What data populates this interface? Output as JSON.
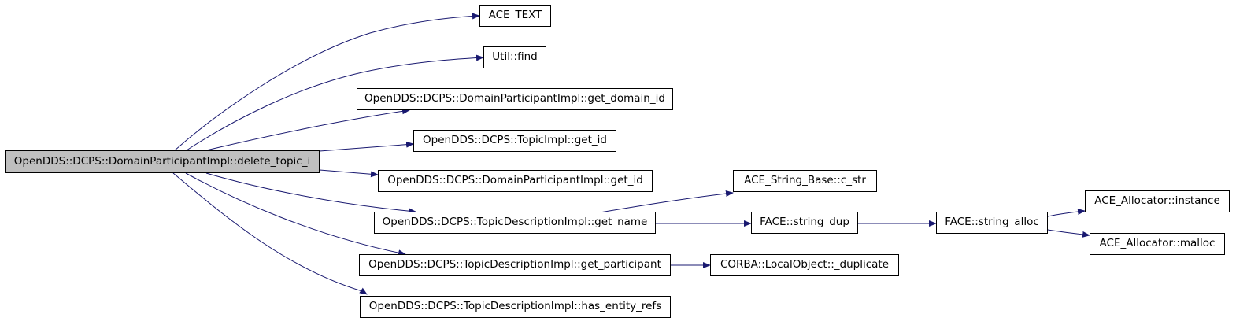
{
  "colors": {
    "edge": "#191970",
    "root_fill": "#bfbfbf",
    "node_fill": "#ffffff",
    "border": "#000000"
  },
  "nodes": {
    "root": "OpenDDS::DCPS::DomainParticipantImpl::delete_topic_i",
    "ace_text": "ACE_TEXT",
    "util_find": "Util::find",
    "get_domain_id": "OpenDDS::DCPS::DomainParticipantImpl::get_domain_id",
    "topic_get_id": "OpenDDS::DCPS::TopicImpl::get_id",
    "dp_get_id": "OpenDDS::DCPS::DomainParticipantImpl::get_id",
    "get_name": "OpenDDS::DCPS::TopicDescriptionImpl::get_name",
    "get_participant": "OpenDDS::DCPS::TopicDescriptionImpl::get_participant",
    "has_entity_refs": "OpenDDS::DCPS::TopicDescriptionImpl::has_entity_refs",
    "c_str": "ACE_String_Base::c_str",
    "string_dup": "FACE::string_dup",
    "duplicate": "CORBA::LocalObject::_duplicate",
    "string_alloc": "FACE::string_alloc",
    "instance": "ACE_Allocator::instance",
    "malloc": "ACE_Allocator::malloc"
  }
}
